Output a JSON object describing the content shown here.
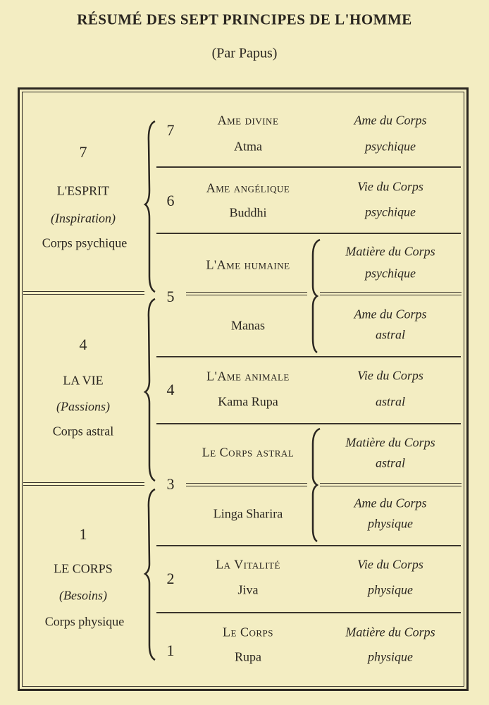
{
  "title": "RÉSUMÉ DES SEPT PRINCIPES DE L'HOMME",
  "subtitle": "(Par Papus)",
  "groups": [
    {
      "number": "7",
      "name": "L'ESPRIT",
      "need": "(Inspiration)",
      "body": "Corps psychique"
    },
    {
      "number": "4",
      "name": "LA VIE",
      "need": "(Passions)",
      "body": "Corps astral"
    },
    {
      "number": "1",
      "name": "LE CORPS",
      "need": "(Besoins)",
      "body": "Corps physique"
    }
  ],
  "numbers": [
    "7",
    "6",
    "5",
    "4",
    "3",
    "2",
    "1"
  ],
  "principles": [
    {
      "name": "Ame divine",
      "sanskrit": "Atma",
      "right1": "Ame du Corps",
      "right2": "psychique"
    },
    {
      "name": "Ame angélique",
      "sanskrit": "Buddhi",
      "right1": "Vie du Corps",
      "right2": "psychique"
    },
    {
      "name": "L'Ame humaine",
      "right1": "Matière du Corps",
      "right2": "psychique"
    },
    {
      "name": "Manas",
      "right1": "Ame du Corps",
      "right2": "astral"
    },
    {
      "name": "L'Ame animale",
      "sanskrit": "Kama Rupa",
      "right1": "Vie du Corps",
      "right2": "astral"
    },
    {
      "name": "Le Corps astral",
      "right1": "Matière du Corps",
      "right2": "astral"
    },
    {
      "name": "Linga Sharira",
      "right1": "Ame du Corps",
      "right2": "physique"
    },
    {
      "name": "La Vitalité",
      "sanskrit": "Jiva",
      "right1": "Vie du Corps",
      "right2": "physique"
    },
    {
      "name": "Le Corps",
      "sanskrit": "Rupa",
      "right1": "Matière du Corps",
      "right2": "physique"
    }
  ]
}
